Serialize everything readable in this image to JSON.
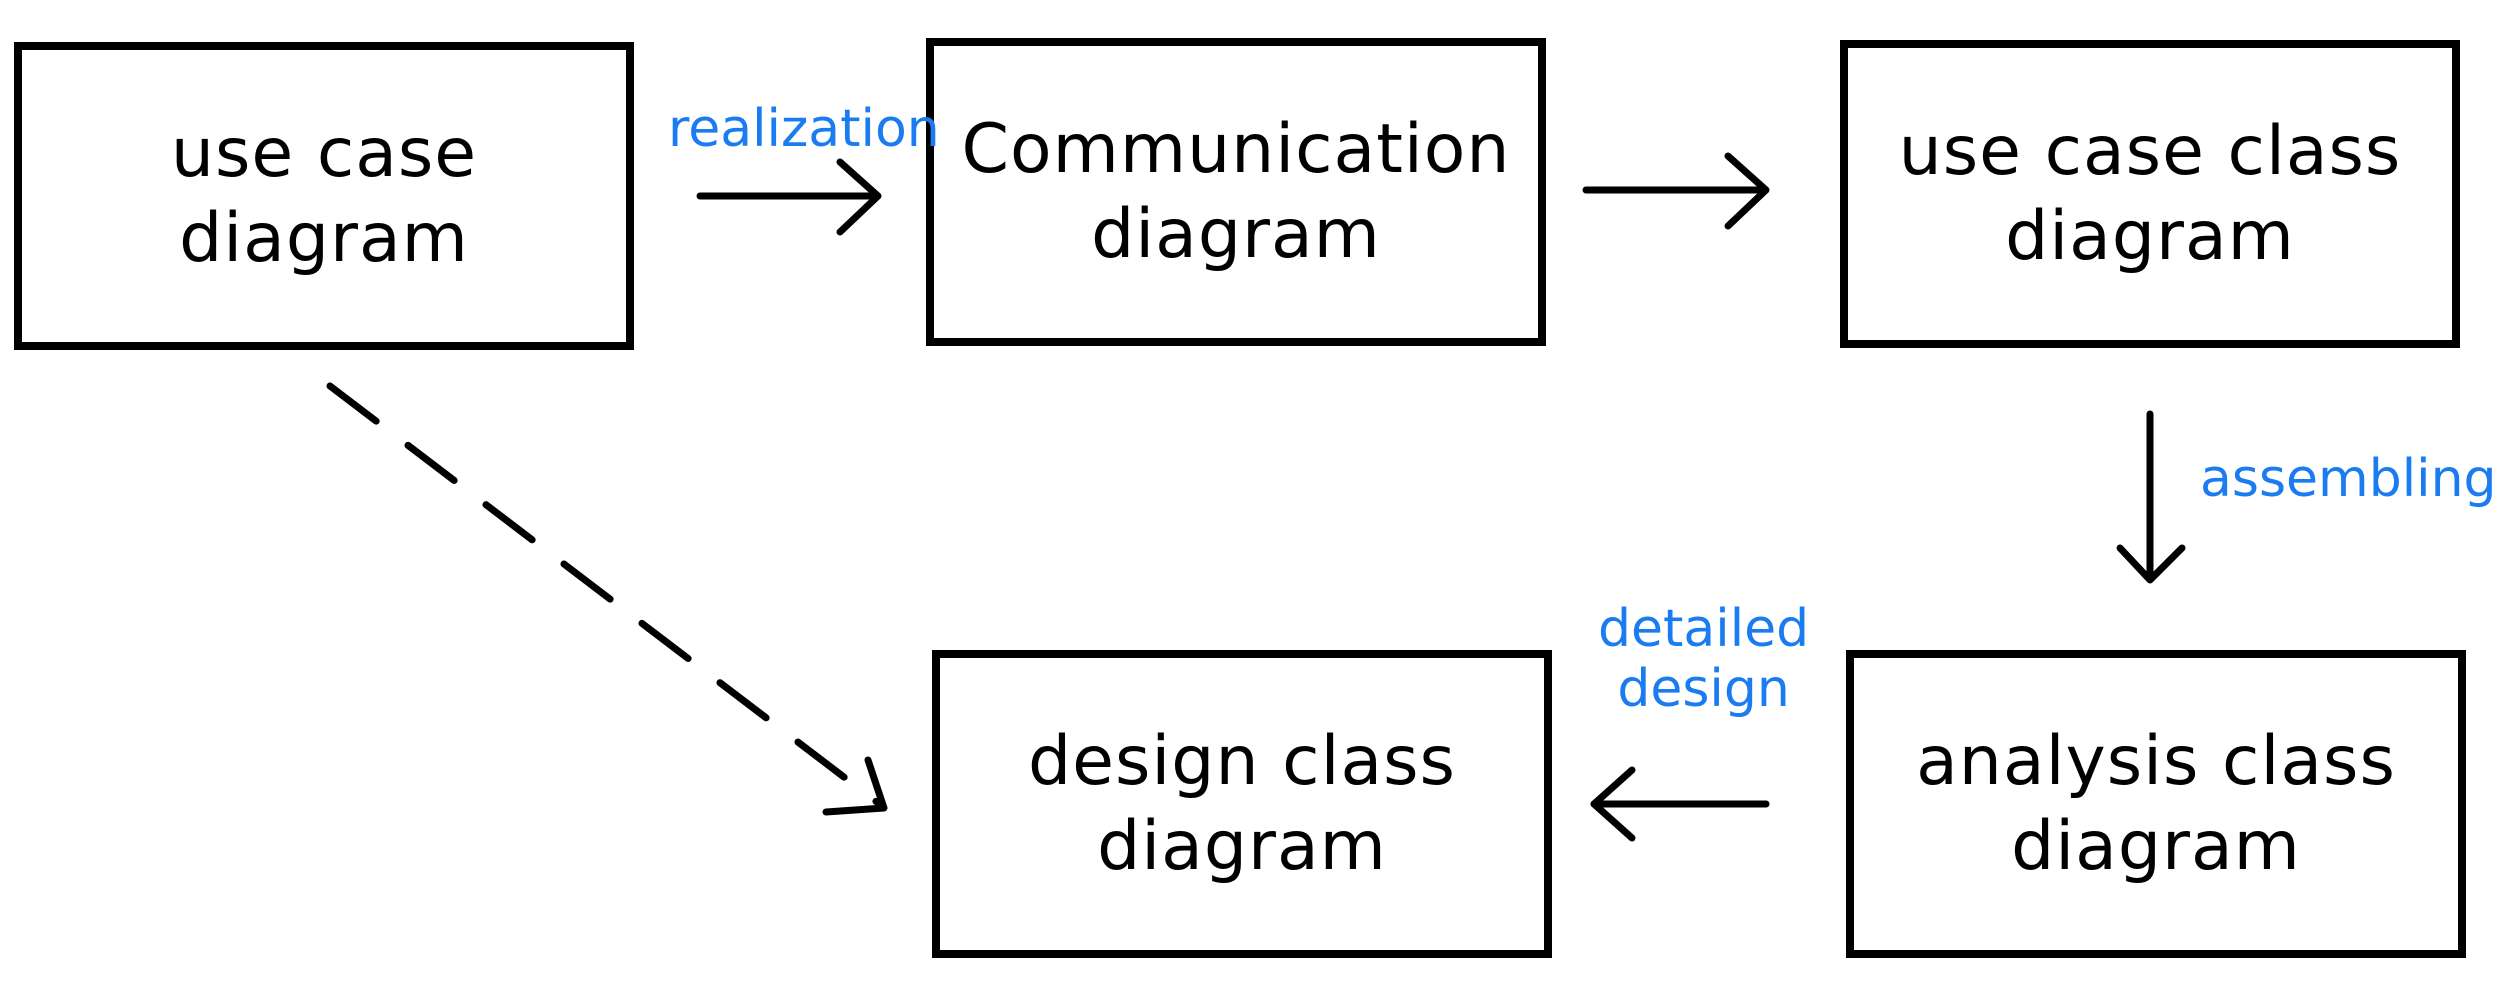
{
  "nodes": {
    "use_case_diagram": "use case diagram",
    "communication_diagram": "Communication\ndiagram",
    "use_case_class_diagram": "use case class\ndiagram",
    "design_class_diagram": "design class\ndiagram",
    "analysis_class_diagram": "analysis class\ndiagram"
  },
  "edges": {
    "realization": "realization",
    "assembling": "assembling",
    "detailed_design": "detailed\ndesign"
  },
  "colors": {
    "stroke": "#000000",
    "annotation": "#1a7cf0",
    "background": "#ffffff"
  }
}
